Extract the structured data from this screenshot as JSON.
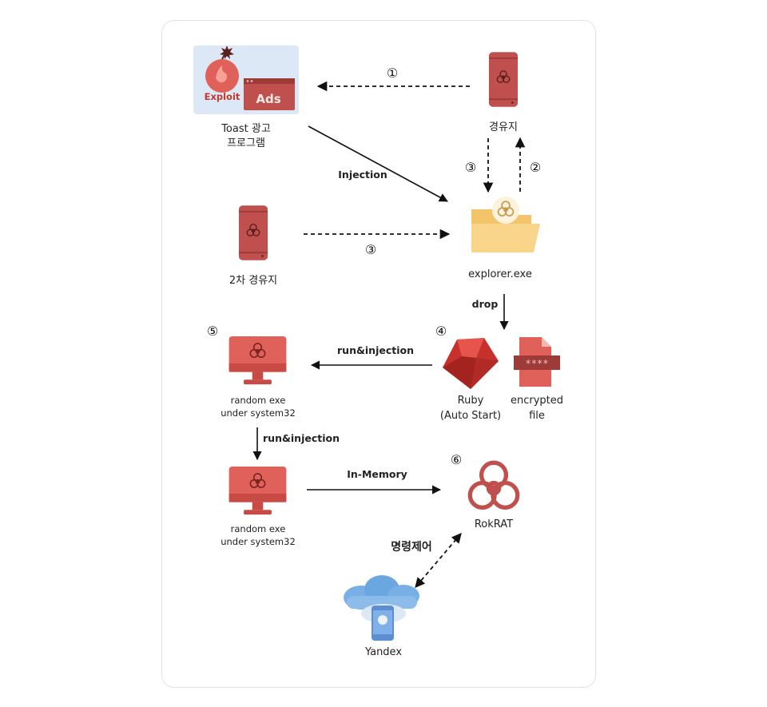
{
  "nodes": {
    "toast": {
      "line1": "Toast 광고",
      "line2": "프로그램",
      "exploit_text": "Exploit",
      "ads_text": "Ads"
    },
    "c2_1": {
      "label": "경유지"
    },
    "c2_2": {
      "label": "2차 경유지"
    },
    "explorer": {
      "label": "explorer.exe"
    },
    "random1": {
      "line1": "random exe",
      "line2": "under system32"
    },
    "random2": {
      "line1": "random exe",
      "line2": "under system32"
    },
    "ruby": {
      "line1": "Ruby",
      "line2": "(Auto Start)"
    },
    "encrypted": {
      "line1": "encrypted",
      "line2": "file",
      "mask": "****"
    },
    "rokrat": {
      "label": "RokRAT"
    },
    "yandex": {
      "label": "Yandex"
    }
  },
  "edges": {
    "injection": "Injection",
    "drop": "drop",
    "run_injection_1": "run&injection",
    "run_injection_2": "run&injection",
    "in_memory": "In-Memory",
    "command_control": "명령제어"
  },
  "steps": {
    "s1": "①",
    "s2": "②",
    "s3a": "③",
    "s3b": "③",
    "s4": "④",
    "s5": "⑤",
    "s6": "⑥"
  },
  "colors": {
    "phone": "#c0504d",
    "phone_dark": "#9e3b38",
    "monitor": "#e0605a",
    "folder": "#f8d58a",
    "biohazard": "#c0504d",
    "cloud": "#6aa6e0",
    "exploit_bg": "#dde8f6"
  }
}
